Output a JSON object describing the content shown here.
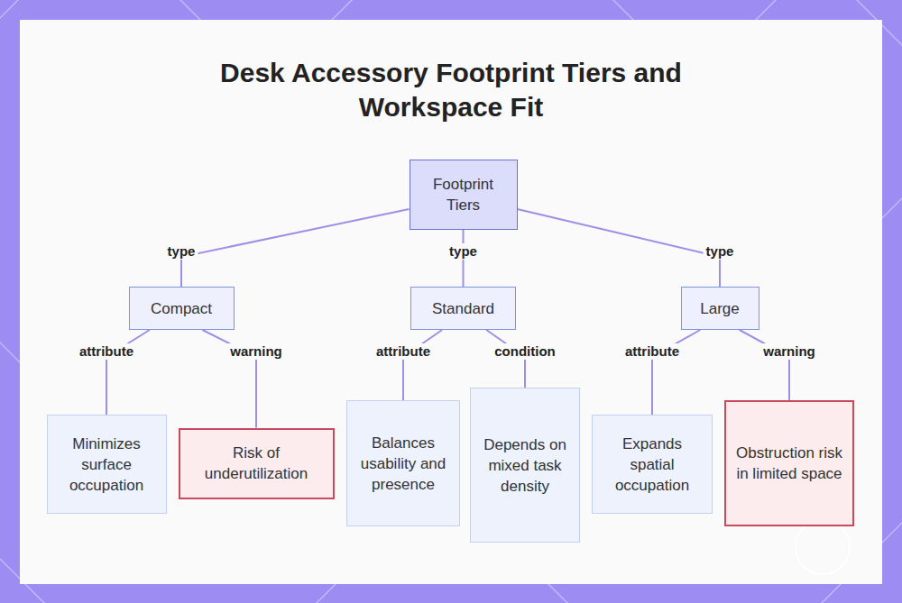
{
  "diagram": {
    "title": "Desk Accessory Footprint Tiers and Workspace Fit",
    "nodes": [
      {
        "text": [
          "Footprint Tiers"
        ]
      },
      {
        "text": [
          "Compact"
        ]
      },
      {
        "text": [
          "Standard"
        ]
      },
      {
        "text": [
          "Large"
        ]
      },
      {
        "text": [
          "Minimizes surface occupation"
        ]
      },
      {
        "text": [
          "Risk of underutilization"
        ]
      },
      {
        "text": [
          "Balances usability and presence"
        ]
      },
      {
        "text": [
          "Depends on mixed task density"
        ]
      },
      {
        "text": [
          "Expands spatial occupation"
        ]
      },
      {
        "text": [
          "Obstruction risk in limited space"
        ]
      }
    ],
    "edges": [
      {
        "from": 0,
        "to": 1,
        "label": "type",
        "arrow": "none"
      },
      {
        "from": 0,
        "to": 2,
        "label": "type",
        "arrow": "none"
      },
      {
        "from": 0,
        "to": 3,
        "label": "type",
        "arrow": "none"
      },
      {
        "from": 1,
        "to": 4,
        "label": "attribute",
        "arrow": "none"
      },
      {
        "from": 1,
        "to": 5,
        "label": "warning",
        "arrow": "none"
      },
      {
        "from": 2,
        "to": 6,
        "label": "attribute",
        "arrow": "none"
      },
      {
        "from": 2,
        "to": 7,
        "label": "condition",
        "arrow": "none"
      },
      {
        "from": 3,
        "to": 8,
        "label": "attribute",
        "arrow": "none"
      },
      {
        "from": 3,
        "to": 9,
        "label": "warning",
        "arrow": "none"
      }
    ]
  }
}
